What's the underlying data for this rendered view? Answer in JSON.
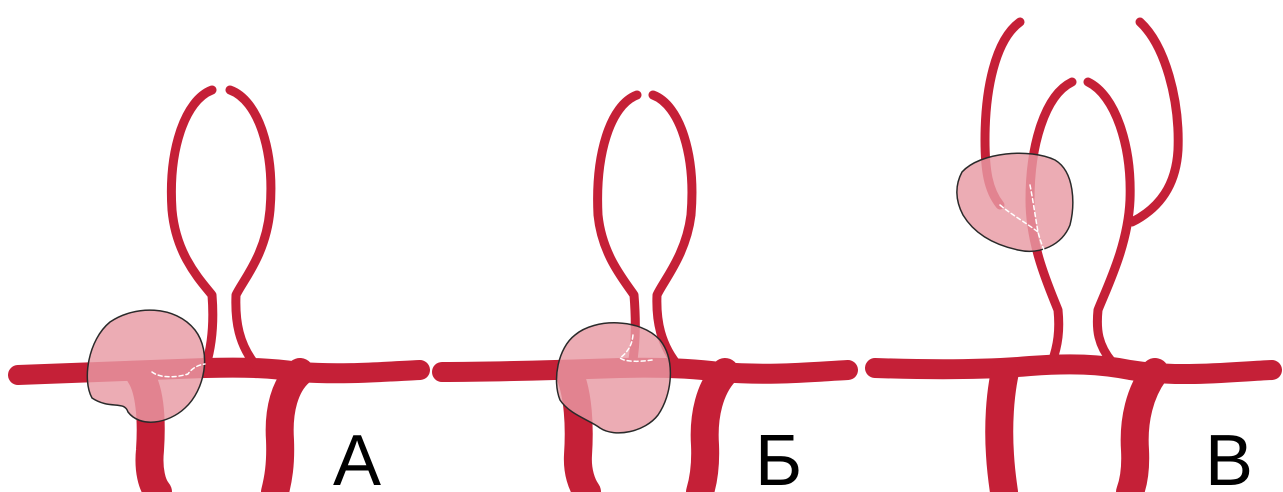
{
  "colors": {
    "background": "#ffffff",
    "vessel": "#c52037",
    "lesion_fill": "#e89aa3",
    "lesion_stroke": "#2a2a2a",
    "dashed": "#ffffff",
    "label": "#000000"
  },
  "panels": [
    {
      "id": "A",
      "label": "А",
      "variant": "lesion-left-near-branch"
    },
    {
      "id": "B",
      "label": "Б",
      "variant": "lesion-at-junction"
    },
    {
      "id": "V",
      "label": "В",
      "variant": "lesion-on-upper-loop-with-extra-branches"
    }
  ]
}
